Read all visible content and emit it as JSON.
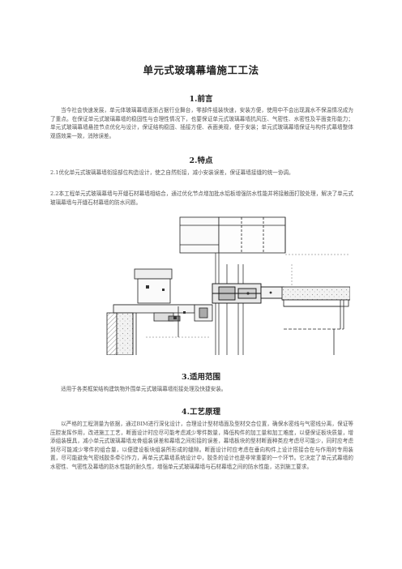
{
  "document": {
    "title": "单元式玻璃幕墙施工工法",
    "sections": [
      {
        "heading": "1.前言",
        "paragraphs": [
          "当今社会快速发展，单元体玻璃幕墙逐渐占据行业舞台，零部件组装快速，安装方便，使用中不会出现漏水不保温情况成为了重点。在保证单元式玻璃幕墙的稳固性与合理性情况下，也要保证单元式玻璃幕墙抗风压、气密性、水密性及平面变形能力；单元式玻璃幕墙悬挂节点优化与设计，保证结构稳固、插接方便、表面美观，便于安装；单元式玻璃幕墙保证与构件式幕墙整体观感效果一致，消除误差。"
        ]
      },
      {
        "heading": "2.特点",
        "items": [
          "2.1优化单元式玻璃幕墙衔接部位构造设计，使之自然衔接，减小安装误差，保证幕墙接缝的统一协调。",
          "2.2本工程单元式玻璃幕墙与开缝石材幕墙相结合，通过优化节点增加批水铝板增强防水性能并将接触面打胶处理，解决了单元式玻璃幕墙与开缝石材幕墙的防水问题。"
        ]
      },
      {
        "heading": "3.适用范围",
        "paragraphs": [
          "适用于各类框架结构建筑物外围单元式玻璃幕墙衔接处理及快捷安装。"
        ]
      },
      {
        "heading": "4.工艺原理",
        "paragraphs": [
          "以严格的工程测量为依据，通过BIM进行深化设计，合理设计型材墙面及型材交合位置，确保水密线与气密线分离，保证等压腔发挥作用，改进施工工艺，断面设计时应尽可能考虑减少零件数量，降低构件的加工量和加工难度，以便保证板块质量，增添组装模具，减小单元式玻璃幕墙龙骨组装误差和幕墙之间衔接的误差，幕墙板块的型材断面种类应考虑尽可能少，同时应考虑到尽可能减少零件的组合量，以便建设板块组装所形成的缝隙。断面设计时应考虑在垂向构件上设计搭接合在与作用的专用装置，尽可能避免气密线胶条牵引作力，再单元式幕墙系统设计中，胶条的设计也是非常重要的一个环节。它决定了单元式幕墙的水密性、气密性及幕墙的防水性能的耐久性，增强单元式玻璃幕墙与石材幕墙之间的防水性能，达到施工要求。"
        ]
      }
    ],
    "figure": {
      "icon": "curtain-wall-section-drawing"
    }
  }
}
